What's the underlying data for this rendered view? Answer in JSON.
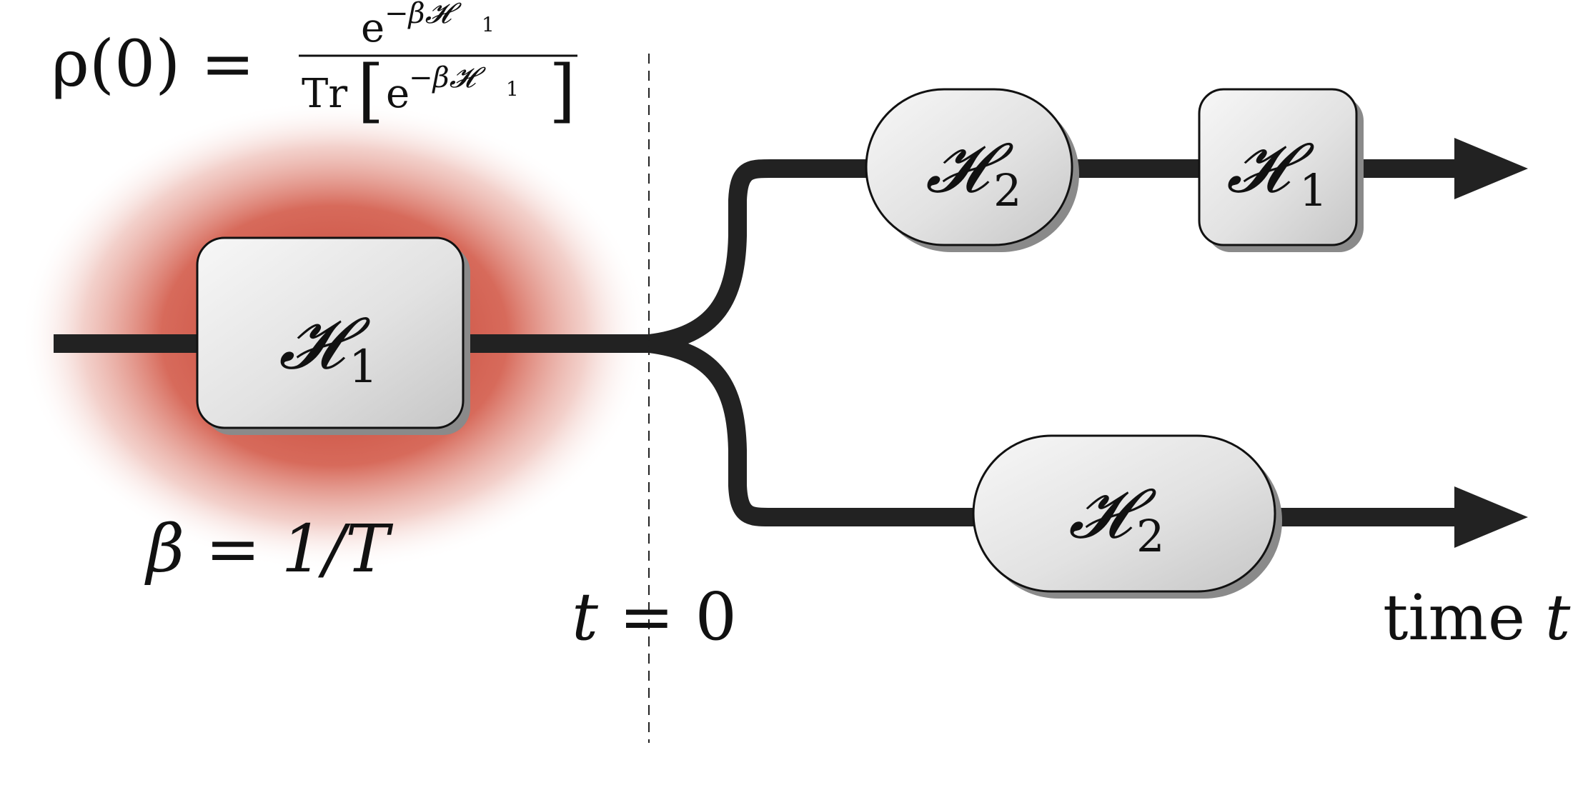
{
  "equation": {
    "lhs": "ρ(0) =",
    "numerator": "e",
    "numerator_exp": "−β𝓗",
    "numerator_exp_sub": "1",
    "denominator_tr": "Tr",
    "denominator_e": "e",
    "denominator_exp": "−β𝓗",
    "denominator_exp_sub": "1"
  },
  "beta_label": "β = 1/T",
  "t0_label": {
    "var": "t",
    "rest": " = 0"
  },
  "time_label": {
    "word": "time ",
    "var": "t"
  },
  "boxes": [
    {
      "id": "initial",
      "symbol": "𝓗",
      "sub": "1"
    },
    {
      "id": "upper-first",
      "symbol": "𝓗",
      "sub": "2"
    },
    {
      "id": "upper-second",
      "symbol": "𝓗",
      "sub": "1"
    },
    {
      "id": "lower",
      "symbol": "𝓗",
      "sub": "2"
    }
  ],
  "colors": {
    "line": "#222222",
    "box_fill_top": "#f5f5f5",
    "box_fill_bottom": "#c8c8c8",
    "box_shadow": "#8a8a8a",
    "thermal_glow": "#c0392b"
  }
}
